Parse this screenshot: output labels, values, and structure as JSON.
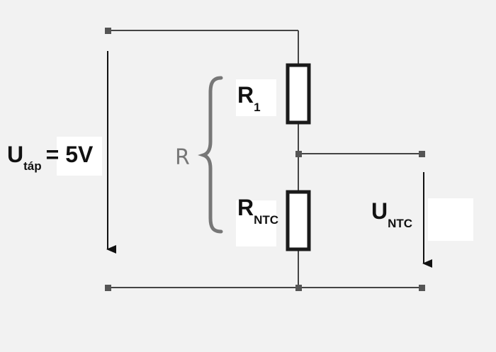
{
  "diagram": {
    "supply_label": {
      "main": "U",
      "sub": "táp",
      "value": "= 5V"
    },
    "r1_label": {
      "main": "R",
      "sub": "1"
    },
    "rntc_label": {
      "main": "R",
      "sub": "NTC"
    },
    "untc_label": {
      "main": "U",
      "sub": "NTC"
    },
    "r_group_label": "R",
    "colors": {
      "wire": "#444444",
      "resistor": "#1a1a1a",
      "brace": "#777777",
      "label_box": "#ffffff",
      "background": "#f2f2f2"
    }
  }
}
